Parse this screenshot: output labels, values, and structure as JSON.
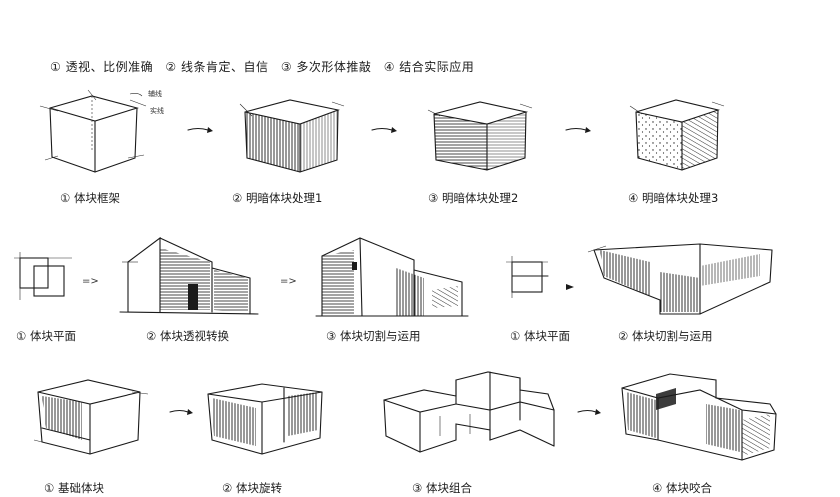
{
  "header": {
    "items": [
      "① 透视、比例准确",
      "② 线条肯定、自信",
      "③ 多次形体推敲",
      "④ 结合实际应用"
    ]
  },
  "annotations": {
    "guide_top": "辅线",
    "guide_bottom": "实线"
  },
  "row1": {
    "captions": [
      "① 体块框架",
      "② 明暗体块处理1",
      "③ 明暗体块处理2",
      "④ 明暗体块处理3"
    ]
  },
  "row2": {
    "captions": [
      "① 体块平面",
      "② 体块透视转换",
      "③ 体块切割与运用",
      "① 体块平面",
      "② 体块切割与运用"
    ],
    "arrows": [
      "=>",
      "=>"
    ]
  },
  "row3": {
    "captions": [
      "① 基础体块",
      "② 体块旋转",
      "③ 体块组合",
      "④ 体块咬合"
    ]
  }
}
